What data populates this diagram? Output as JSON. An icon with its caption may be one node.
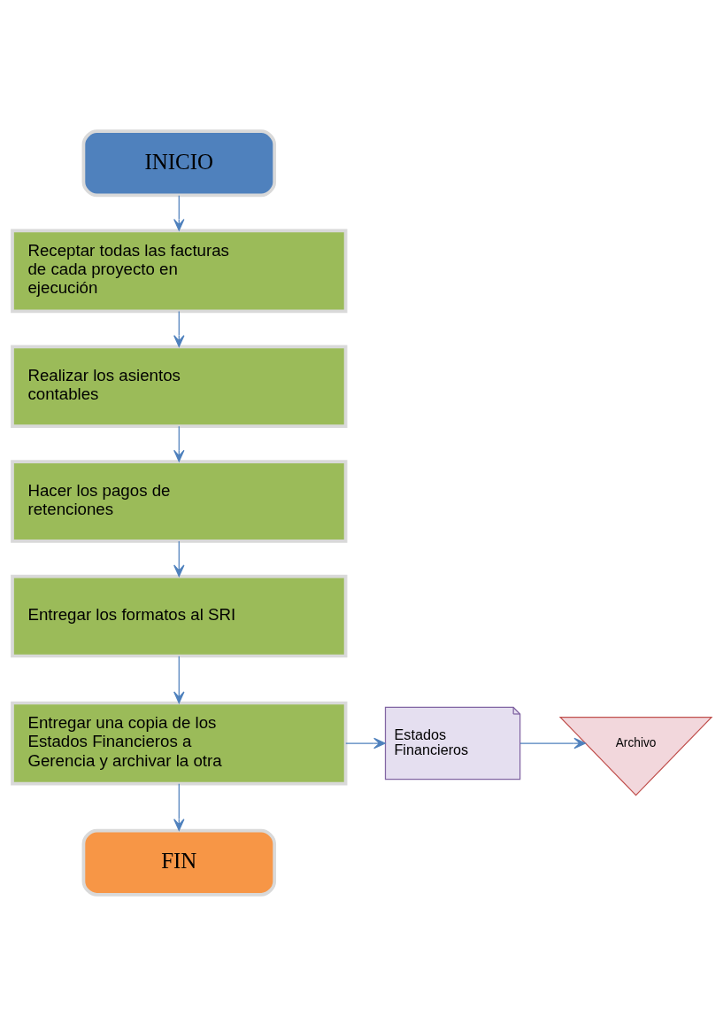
{
  "diagram": {
    "nodes": [
      {
        "text": [
          "INICIO"
        ]
      },
      {
        "text": [
          "Receptar todas las facturas de cada proyecto en ejecución"
        ]
      },
      {
        "text": [
          "Realizar los asientos contables"
        ]
      },
      {
        "text": [
          "Hacer los pagos de retenciones"
        ]
      },
      {
        "text": [
          "Entregar los formatos al SRI"
        ]
      },
      {
        "text": [
          "Entregar una copia de los Estados Financieros a Gerencia y archivar la otra"
        ]
      },
      {
        "text": [
          "Estados Financieros"
        ]
      },
      {
        "text": [
          "Archivo"
        ]
      },
      {
        "text": [
          "FIN"
        ]
      }
    ],
    "edges": [
      {
        "from": 0,
        "to": 1,
        "arrow": "to"
      },
      {
        "from": 1,
        "to": 2,
        "arrow": "to"
      },
      {
        "from": 2,
        "to": 3,
        "arrow": "to"
      },
      {
        "from": 3,
        "to": 4,
        "arrow": "to"
      },
      {
        "from": 4,
        "to": 5,
        "arrow": "to"
      },
      {
        "from": 5,
        "to": 6,
        "arrow": "to"
      },
      {
        "from": 6,
        "to": 7,
        "arrow": "to"
      },
      {
        "from": 5,
        "to": 8,
        "arrow": "to"
      }
    ]
  }
}
